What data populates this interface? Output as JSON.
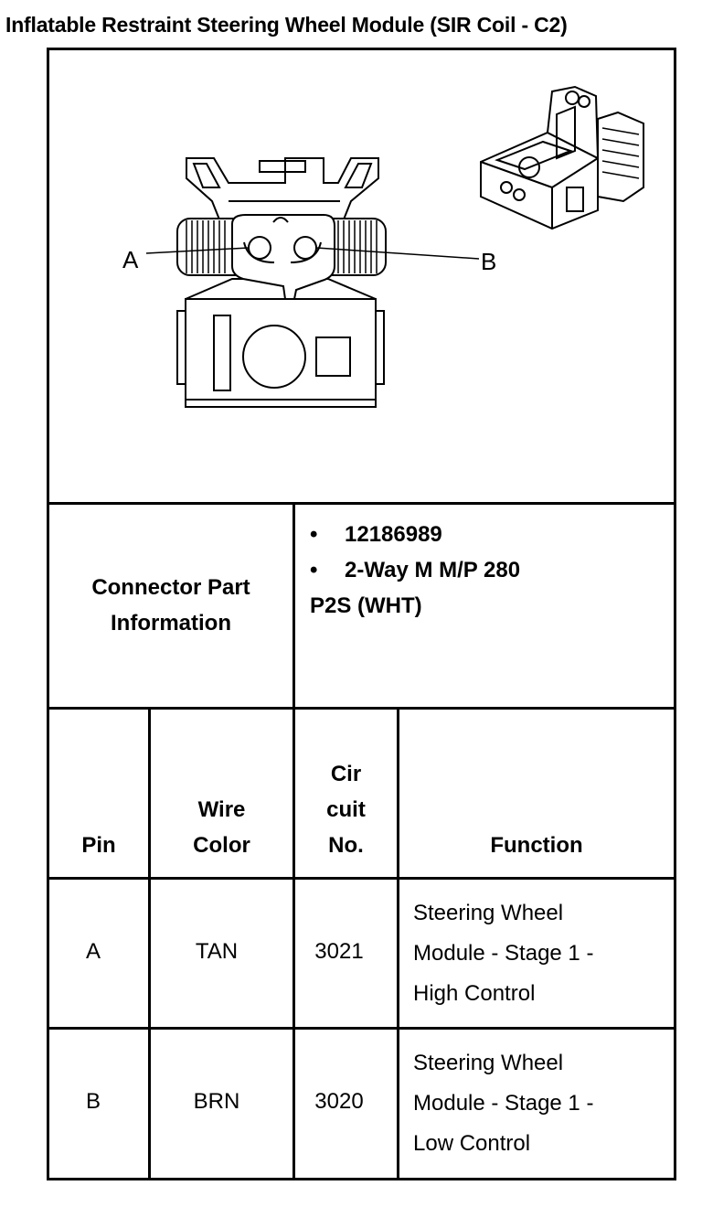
{
  "title": "Inflatable Restraint Steering Wheel Module (SIR Coil - C2)",
  "diagram": {
    "pin_a_label": "A",
    "pin_b_label": "B"
  },
  "connector_info": {
    "label_line1": "Connector Part",
    "label_line2": "Information",
    "items": [
      "12186989",
      "2-Way M M/P 280"
    ],
    "continuation": "P2S (WHT)"
  },
  "table": {
    "headers": {
      "pin": "Pin",
      "wire_color_line1": "Wire",
      "wire_color_line2": "Color",
      "circuit_line1": "Cir",
      "circuit_line2": "cuit",
      "circuit_line3": "No.",
      "function": "Function"
    },
    "rows": [
      {
        "pin": "A",
        "wire_color": "TAN",
        "circuit": "3021",
        "function_lines": [
          "Steering Wheel",
          "Module - Stage 1 -",
          "High Control"
        ]
      },
      {
        "pin": "B",
        "wire_color": "BRN",
        "circuit": "3020",
        "function_lines": [
          "Steering Wheel",
          "Module - Stage 1 -",
          "Low Control"
        ]
      }
    ]
  }
}
